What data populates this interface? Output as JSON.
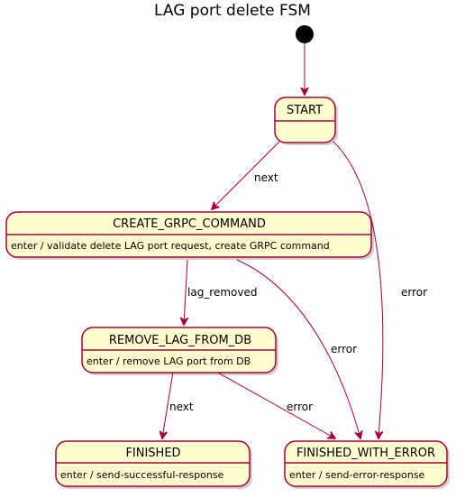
{
  "title": "LAG port delete FSM",
  "states": {
    "start": {
      "name": "START"
    },
    "create_grpc_command": {
      "name": "CREATE_GRPC_COMMAND",
      "action": "enter / validate delete LAG port request, create GRPC command"
    },
    "remove_lag_from_db": {
      "name": "REMOVE_LAG_FROM_DB",
      "action": "enter / remove LAG port from DB"
    },
    "finished": {
      "name": "FINISHED",
      "action": "enter / send-successful-response"
    },
    "finished_with_error": {
      "name": "FINISHED_WITH_ERROR",
      "action": "enter / send-error-response"
    }
  },
  "transitions": {
    "start_to_create": "next",
    "start_to_error": "error",
    "create_to_remove": "lag_removed",
    "create_to_error": "error",
    "remove_to_finished": "next",
    "remove_to_error": "error"
  },
  "colors": {
    "state_fill": "#FEFECE",
    "state_border": "#A80036",
    "edge": "#A80036",
    "initial_node": "#000000"
  }
}
